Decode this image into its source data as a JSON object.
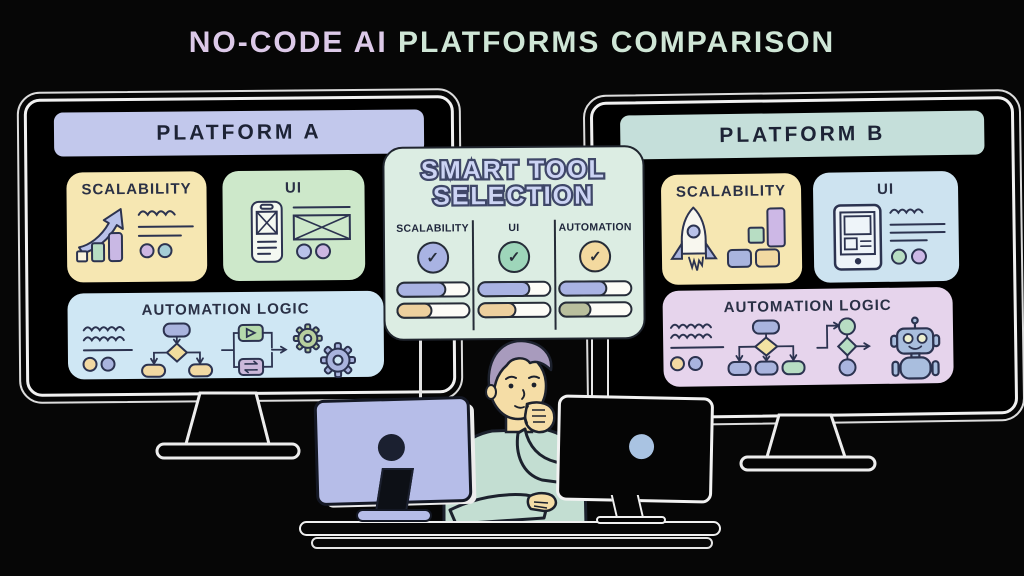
{
  "title": {
    "part1": "NO-CODE AI ",
    "part2": "PLATFORMS COMPARISON"
  },
  "platform_a": {
    "header": "PLATFORM A",
    "cards": [
      {
        "label": "SCALABILITY"
      },
      {
        "label": "UI"
      },
      {
        "label": "AUTOMATION LOGIC"
      }
    ]
  },
  "platform_b": {
    "header": "PLATFORM B",
    "cards": [
      {
        "label": "SCALABILITY"
      },
      {
        "label": "UI"
      },
      {
        "label": "AUTOMATION LOGIC"
      }
    ]
  },
  "smart_panel": {
    "title_line1": "SMART TOOL",
    "title_line2": "SELECTION",
    "columns": [
      {
        "label": "SCALABILITY",
        "check_icon": "checkmark",
        "check_color": "#a9b3e3",
        "bars": [
          {
            "color": "#a9b3e3",
            "percent": 72
          },
          {
            "color": "#edd09e",
            "percent": 52
          }
        ]
      },
      {
        "label": "UI",
        "check_icon": "checkmark",
        "check_color": "#9ed6ba",
        "bars": [
          {
            "color": "#a9b3e3",
            "percent": 76
          },
          {
            "color": "#edd09e",
            "percent": 56
          }
        ]
      },
      {
        "label": "AUTOMATION",
        "check_icon": "checkmark",
        "check_color": "#f3d99f",
        "bars": [
          {
            "color": "#a9b3e3",
            "percent": 70
          },
          {
            "color": "#b9bf9d",
            "percent": 47
          }
        ]
      }
    ]
  },
  "icons": {
    "platform_a_scalability": "growth-arrow-bar-chart",
    "platform_a_ui": "phone-wireframe",
    "platform_a_automation": "flowchart-gears",
    "platform_b_scalability": "rocket-blocks",
    "platform_b_ui": "tablet-wireframe",
    "platform_b_automation": "flowchart-robot"
  },
  "colors": {
    "background": "#060606",
    "title_accent_1": "#dcc9e8",
    "title_accent_2": "#cfe6d6",
    "platform_a_header_bg": "#c2c8ec",
    "platform_b_header_bg": "#c5dfda",
    "card_yellow": "#f6e7b2",
    "card_green": "#cde8ca",
    "card_blue": "#cfe7f4",
    "card_light_blue": "#cde3f0",
    "card_purple": "#e6d4ec",
    "panel_bg": "#dcede3",
    "panel_title_fill": "#ccd4f4",
    "panel_title_stroke": "#3f4768",
    "monitor_outline": "#f1f1f1",
    "ink_outline": "#262c38",
    "small_monitor_left": "#b6bde8",
    "small_monitor_right_dot": "#a9c3e2",
    "skin": "#f5dda6",
    "hair": "#a89bbd",
    "shirt": "#c3ded2"
  }
}
